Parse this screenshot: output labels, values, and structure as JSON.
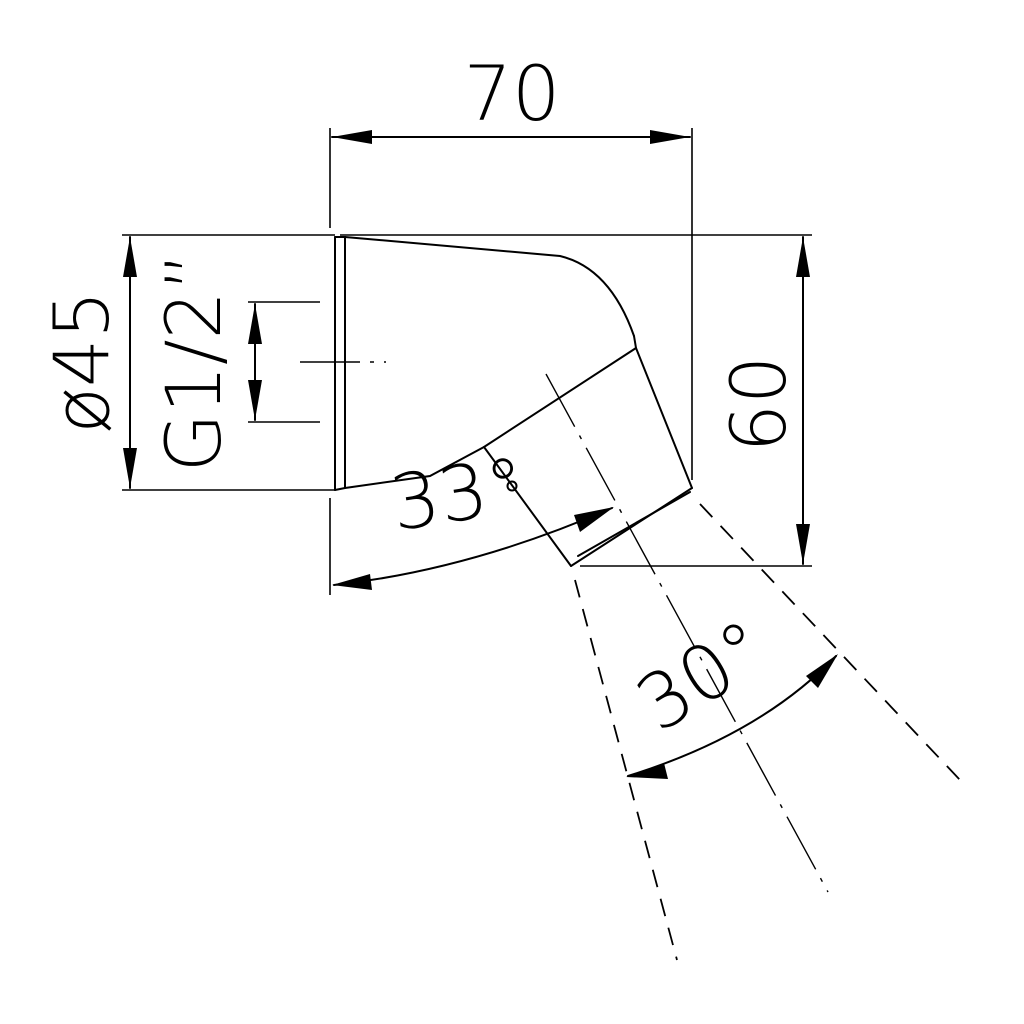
{
  "drawing": {
    "dimensions": {
      "width": "70",
      "height": "60",
      "diameter": "ø45",
      "thread": "G1/2”",
      "tilt": "33°",
      "spray": "30°"
    },
    "line_color": "#000000",
    "background": "#ffffff"
  }
}
